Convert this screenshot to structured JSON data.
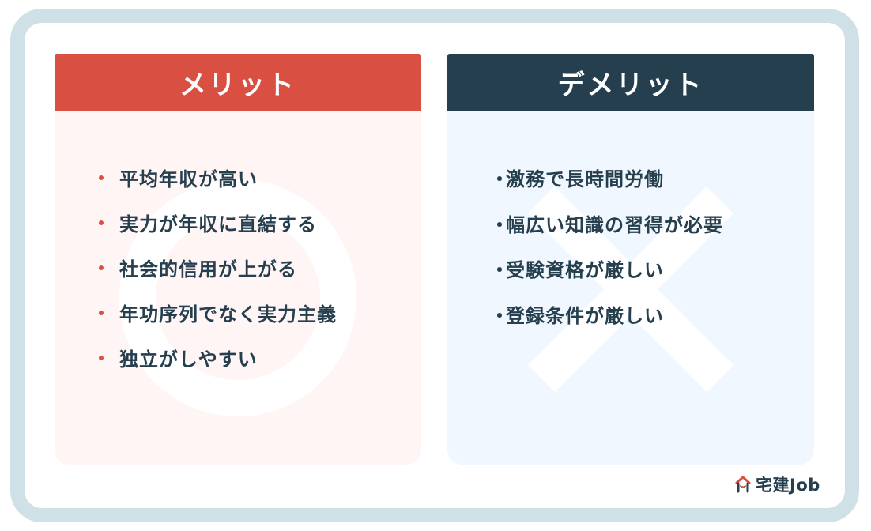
{
  "merit": {
    "title": "メリット",
    "watermark": "circle-icon",
    "accent_color": "#d95043",
    "items": [
      {
        "label": "平均年収が高い"
      },
      {
        "label": "実力が年収に直結する"
      },
      {
        "label": "社会的信用が上がる"
      },
      {
        "label": "年功序列でなく実力主義"
      },
      {
        "label": "独立がしやすい"
      }
    ]
  },
  "demerit": {
    "title": "デメリット",
    "watermark": "cross-icon",
    "accent_color": "#253f4f",
    "items": [
      {
        "label": "激務で長時間労働"
      },
      {
        "label": "幅広い知識の習得が必要"
      },
      {
        "label": "受験資格が厳しい"
      },
      {
        "label": "登録条件が厳しい"
      }
    ]
  },
  "logo": {
    "icon": "house-icon",
    "text": "宅建Job"
  }
}
